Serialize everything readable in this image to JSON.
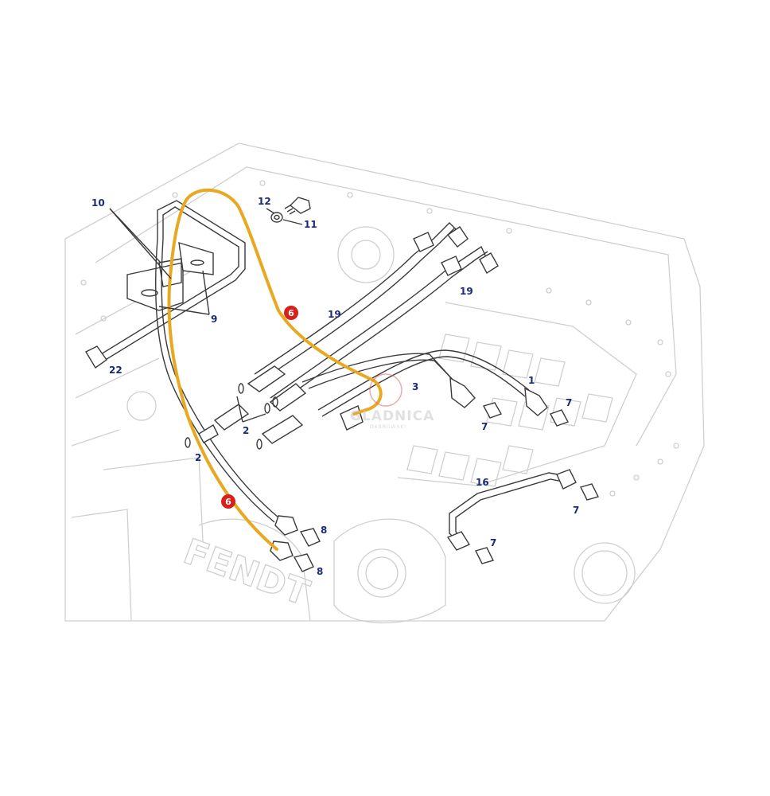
{
  "callouts": [
    {
      "id": "10",
      "text": "10"
    },
    {
      "id": "12",
      "text": "12"
    },
    {
      "id": "11",
      "text": "11"
    },
    {
      "id": "9",
      "text": "9"
    },
    {
      "id": "22",
      "text": "22"
    },
    {
      "id": "19a",
      "text": "19"
    },
    {
      "id": "19b",
      "text": "19"
    },
    {
      "id": "3",
      "text": "3"
    },
    {
      "id": "1",
      "text": "1"
    },
    {
      "id": "7a",
      "text": "7"
    },
    {
      "id": "7b",
      "text": "7"
    },
    {
      "id": "7c",
      "text": "7"
    },
    {
      "id": "7d",
      "text": "7"
    },
    {
      "id": "2a",
      "text": "2"
    },
    {
      "id": "2b",
      "text": "2"
    },
    {
      "id": "16",
      "text": "16"
    },
    {
      "id": "8a",
      "text": "8"
    },
    {
      "id": "8b",
      "text": "8"
    }
  ],
  "highlight": {
    "part_number": "6",
    "color": "#e8a820",
    "badge_color": "#d9211c"
  },
  "watermark": {
    "brand": "GLADNICA",
    "sub": "DABROWSKI"
  },
  "casting_text": "FENDT"
}
